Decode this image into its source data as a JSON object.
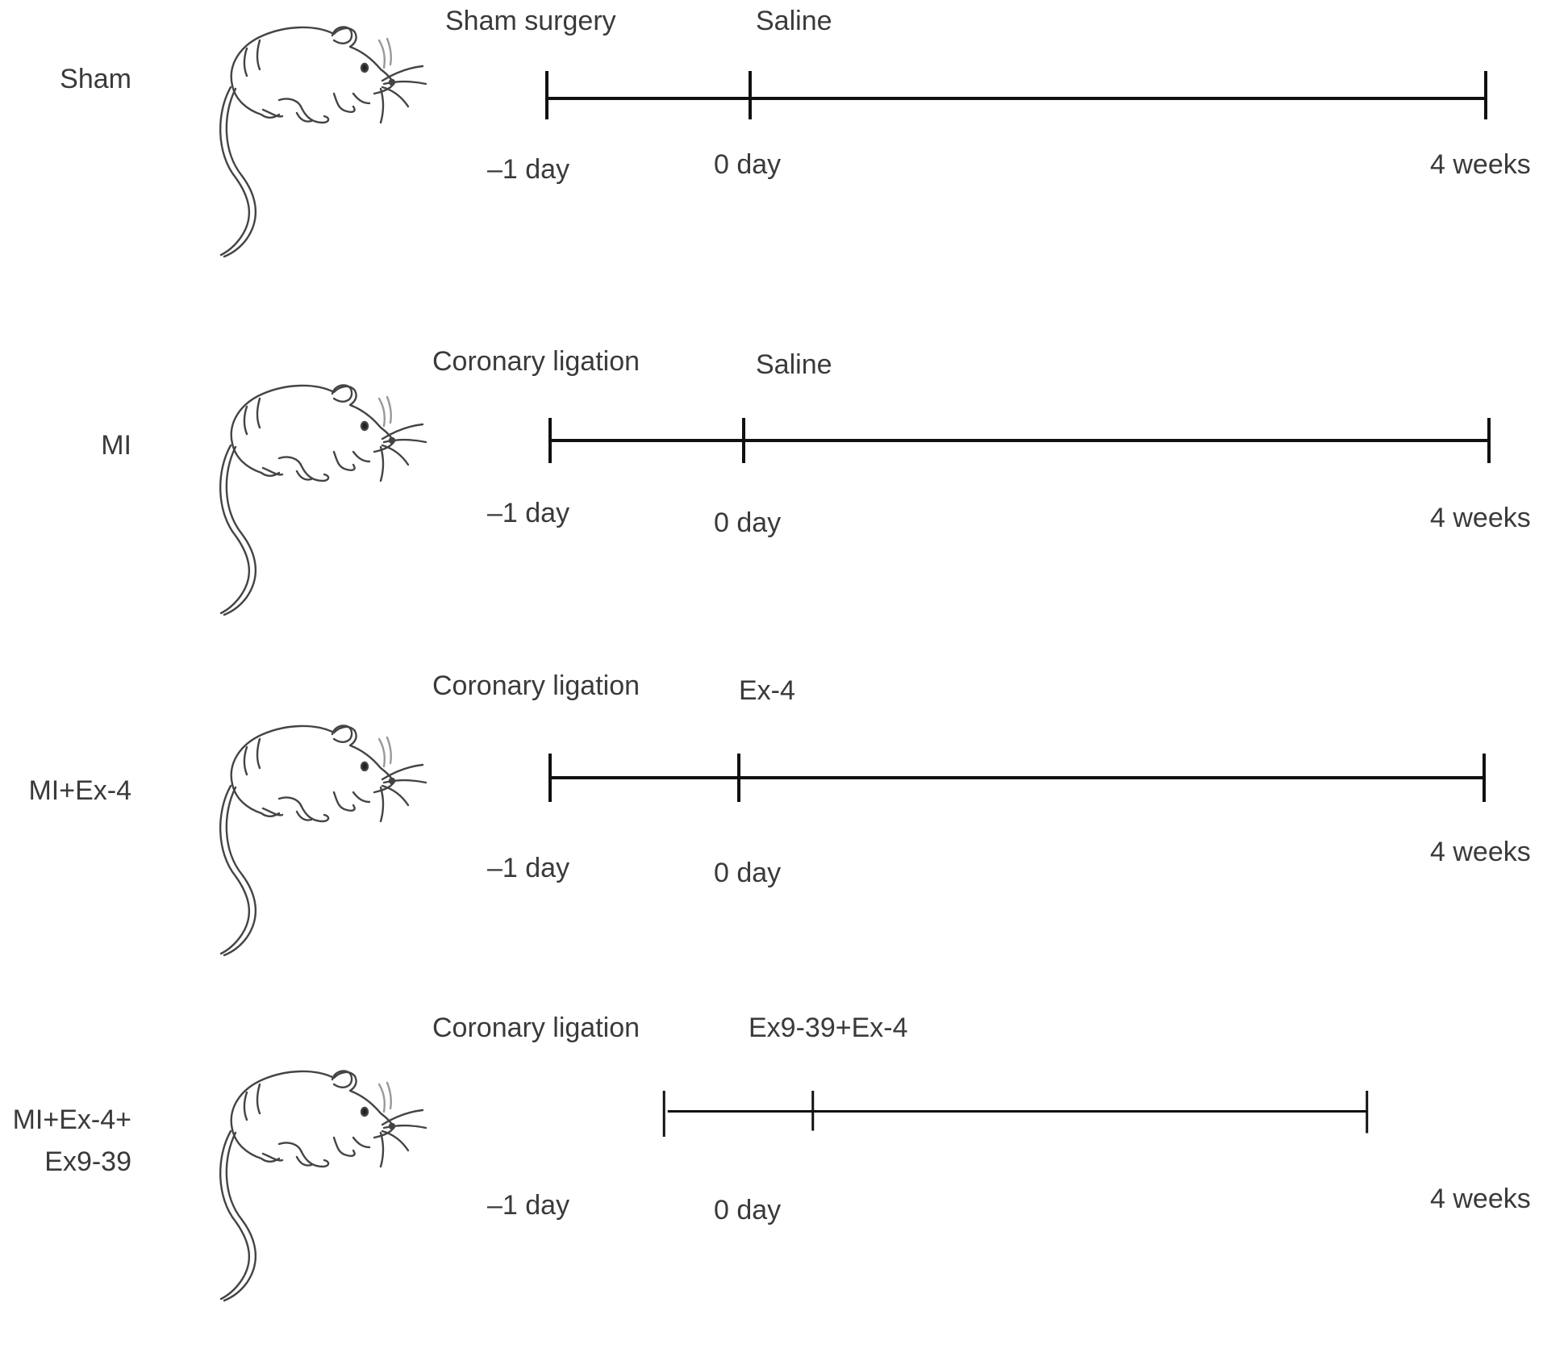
{
  "groups": [
    {
      "label": "Sham",
      "events": {
        "surgery": "Sham surgery",
        "treatment": "Saline"
      },
      "ticks": {
        "start": "–1 day",
        "treatment": "0 day",
        "end": "4 weeks"
      }
    },
    {
      "label": "MI",
      "events": {
        "surgery": "Coronary ligation",
        "treatment": "Saline"
      },
      "ticks": {
        "start": "–1 day",
        "treatment": "0 day",
        "end": "4 weeks"
      }
    },
    {
      "label": "MI+Ex-4",
      "events": {
        "surgery": "Coronary ligation",
        "treatment": "Ex-4"
      },
      "ticks": {
        "start": "–1 day",
        "treatment": "0 day",
        "end": "4 weeks"
      }
    },
    {
      "label": "MI+Ex-4+\nEx9-39",
      "events": {
        "surgery": "Coronary ligation",
        "treatment": "Ex9-39+Ex-4"
      },
      "ticks": {
        "start": "–1 day",
        "treatment": "0 day",
        "end": "4 weeks"
      }
    }
  ],
  "icons": {
    "animal": "mouse-icon"
  }
}
